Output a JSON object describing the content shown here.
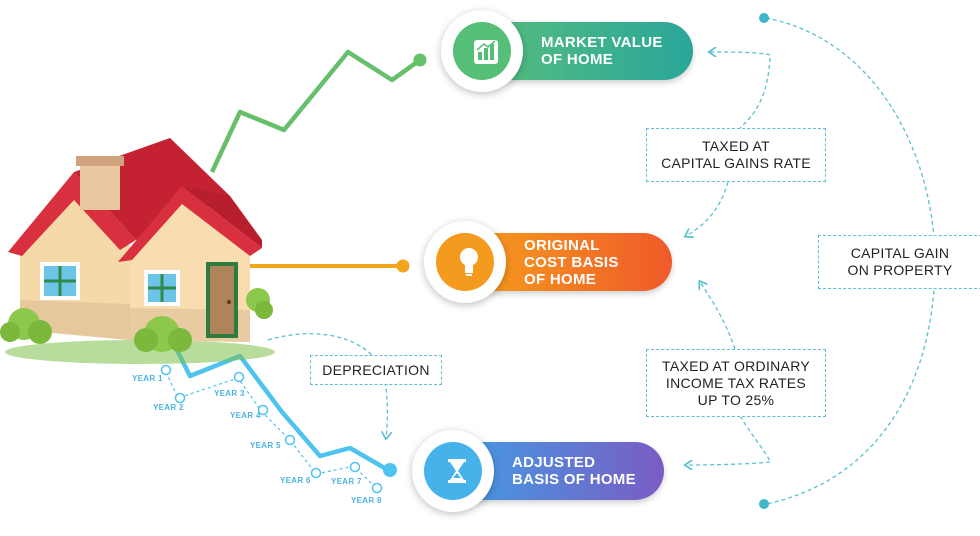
{
  "nodes": {
    "market": {
      "label": "MARKET VALUE\nOF HOME",
      "icon": "bar-chart-up-icon",
      "color": "#3bb38a"
    },
    "original": {
      "label": "ORIGINAL\nCOST BASIS\nOF HOME",
      "icon": "lightbulb-icon",
      "color": "#f27a24"
    },
    "adjusted": {
      "label": "ADJUSTED\nBASIS OF HOME",
      "icon": "hourglass-icon",
      "color": "#5b7fd6"
    }
  },
  "annotations": {
    "capital_gains_rate": "TAXED AT\nCAPITAL GAINS RATE",
    "ordinary_income": "TAXED AT ORDINARY\nINCOME TAX RATES\nUP TO 25%",
    "capital_gain": "CAPITAL GAIN\nON PROPERTY",
    "depreciation": "DEPRECIATION"
  },
  "years": [
    "YEAR 1",
    "YEAR 2",
    "YEAR 3",
    "YEAR 4",
    "YEAR 5",
    "YEAR 6",
    "YEAR 7",
    "YEAR 8"
  ],
  "colors": {
    "green_line": "#66c06b",
    "orange_line": "#f3a51f",
    "blue_line": "#4fc3f0",
    "dashed": "#5bc0cf"
  }
}
